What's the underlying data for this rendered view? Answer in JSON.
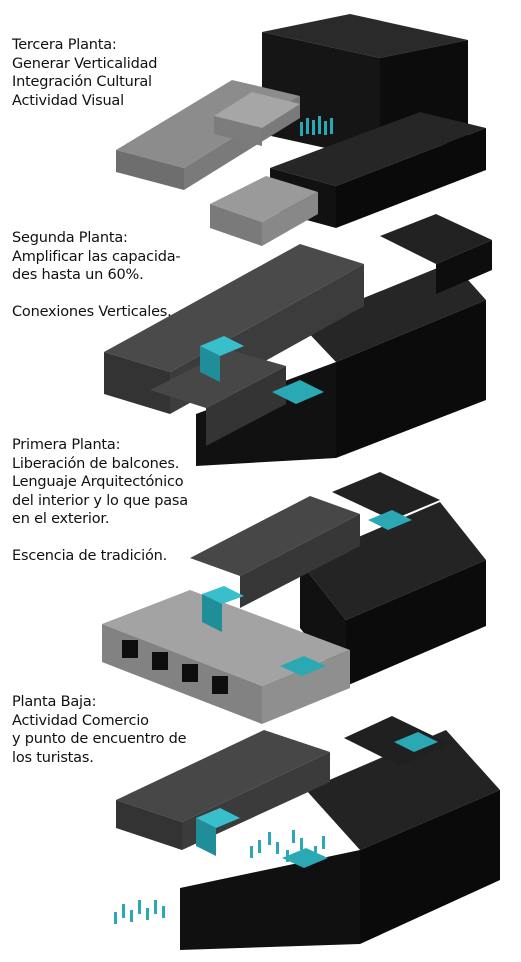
{
  "floors": [
    {
      "id": "floor-3",
      "lines": [
        "Tercera Planta:",
        "Generar Verticalidad",
        "Integración Cultural",
        "Actividad Visual"
      ],
      "notes": []
    },
    {
      "id": "floor-2",
      "lines": [
        "Segunda Planta:",
        "Amplificar las capacida-",
        "des hasta un 60%."
      ],
      "notes": [
        "Conexiones Verticales."
      ]
    },
    {
      "id": "floor-1",
      "lines": [
        "Primera Planta:",
        "Liberación de balcones.",
        "Lenguaje Arquitectónico",
        "del interior y lo que pasa",
        "en el exterior."
      ],
      "notes": [
        "Escencia de tradición."
      ]
    },
    {
      "id": "ground",
      "lines": [
        "Planta Baja:",
        "Actividad Comercio",
        "y punto de encuentro de",
        "los turistas."
      ],
      "notes": []
    }
  ],
  "colors": {
    "black": "#141414",
    "dark_gray": "#3b3b3b",
    "mid_gray": "#5a5a5a",
    "light_gray": "#9a9a9a",
    "accent_cyan": "#2aa8b4"
  }
}
